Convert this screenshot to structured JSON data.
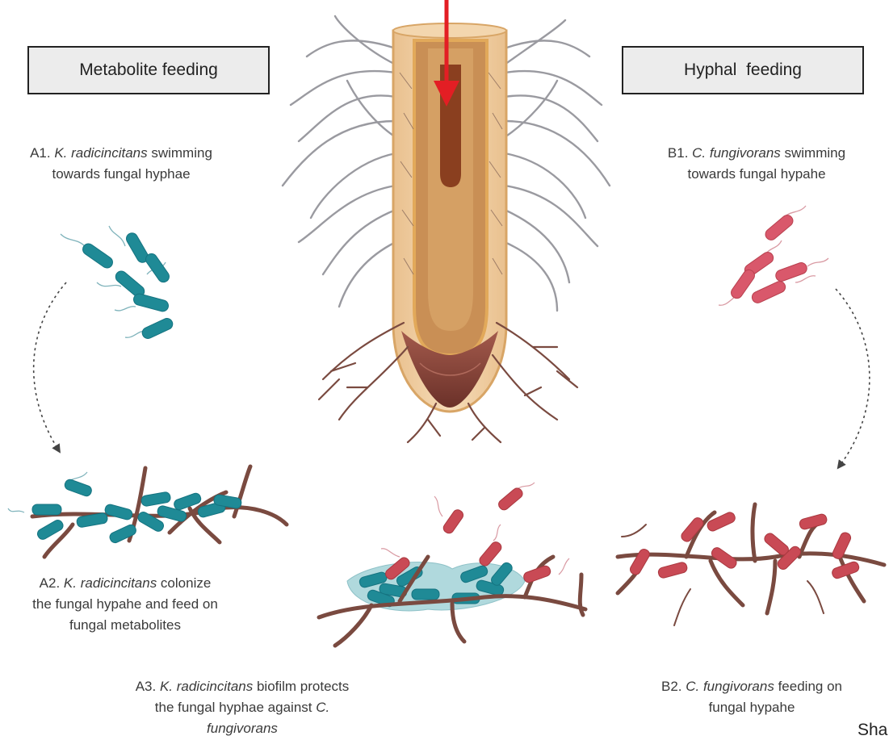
{
  "boxes": {
    "left": "Metabolite feeding",
    "right": "Hyphal  feeding"
  },
  "captions": {
    "a1": {
      "prefix": "A1. ",
      "species": "K. radicincitans",
      "rest": " swimming",
      "line2": "towards fungal hyphae"
    },
    "b1": {
      "prefix": "B1. ",
      "species": "C. fungivorans",
      "rest": " swimming",
      "line2": "towards fungal hypahe"
    },
    "a2": {
      "prefix": "A2. ",
      "species": "K. radicincitans",
      "rest": "  colonize",
      "line2": "the fungal hypahe and feed on",
      "line3": "fungal metabolites"
    },
    "a3": {
      "prefix": "A3. ",
      "species": "K. radicincitans",
      "rest": " biofilm protects",
      "line2a": "the fungal hyphae against ",
      "line2b": "C.",
      "line3": "fungivorans"
    },
    "b2": {
      "prefix": "B2. ",
      "species": "C. fungivorans",
      "rest": " feeding on",
      "line2": "fungal hypahe"
    }
  },
  "footer_fragment": "Sha",
  "colors": {
    "teal_bacteria": "#1f8a96",
    "red_bacteria": "#c94a55",
    "pink_bacteria": "#d9586b",
    "hyphae": "#7a4a40",
    "root_hair": "#9a9aa0",
    "root_outer": "#f0d0a8",
    "root_tip": "#7d4038",
    "arrow": "#e31e24"
  }
}
